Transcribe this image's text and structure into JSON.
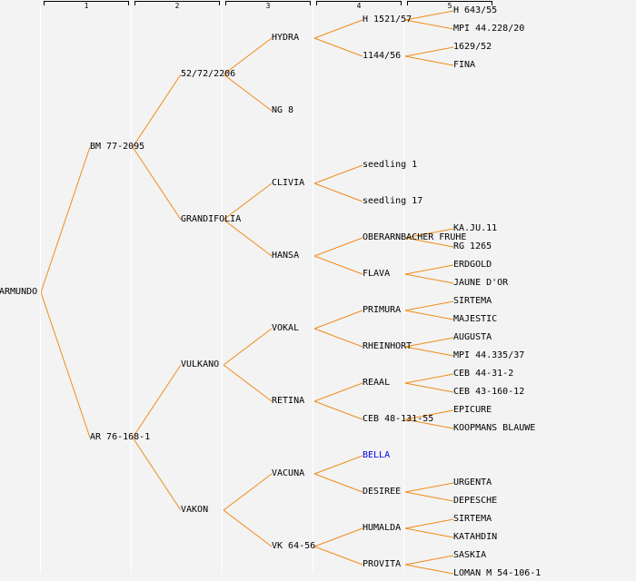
{
  "colors": {
    "link": "#f08c1a",
    "highlight": "#0000ee",
    "background": "#f3f3f3"
  },
  "columns": [
    "1",
    "2",
    "3",
    "4",
    "5"
  ],
  "tree": {
    "label": "ARMUNDO",
    "children": [
      {
        "label": "BM 77-2095",
        "children": [
          {
            "label": "52/72/2206",
            "children": [
              {
                "label": "HYDRA",
                "children": [
                  {
                    "label": "H 1521/57",
                    "children": [
                      {
                        "label": "H 643/55"
                      },
                      {
                        "label": "MPI 44.228/20"
                      }
                    ]
                  },
                  {
                    "label": "1144/56",
                    "children": [
                      {
                        "label": "1629/52"
                      },
                      {
                        "label": "FINA"
                      }
                    ]
                  }
                ]
              },
              {
                "label": "NG 8"
              }
            ]
          },
          {
            "label": "GRANDIFOLIA",
            "children": [
              {
                "label": "CLIVIA",
                "children": [
                  {
                    "label": "seedling 1"
                  },
                  {
                    "label": "seedling 17"
                  }
                ]
              },
              {
                "label": "HANSA",
                "children": [
                  {
                    "label": "OBERARNBACHER FRUHE",
                    "children": [
                      {
                        "label": "KA.JU.11"
                      },
                      {
                        "label": "RG 1265"
                      }
                    ]
                  },
                  {
                    "label": "FLAVA",
                    "children": [
                      {
                        "label": "ERDGOLD"
                      },
                      {
                        "label": "JAUNE D'OR"
                      }
                    ]
                  }
                ]
              }
            ]
          }
        ]
      },
      {
        "label": "AR 76-168-1",
        "children": [
          {
            "label": "VULKANO",
            "children": [
              {
                "label": "VOKAL",
                "children": [
                  {
                    "label": "PRIMURA",
                    "children": [
                      {
                        "label": "SIRTEMA"
                      },
                      {
                        "label": "MAJESTIC"
                      }
                    ]
                  },
                  {
                    "label": "RHEINHORT",
                    "children": [
                      {
                        "label": "AUGUSTA"
                      },
                      {
                        "label": "MPI 44.335/37"
                      }
                    ]
                  }
                ]
              },
              {
                "label": "RETINA",
                "children": [
                  {
                    "label": "REAAL",
                    "children": [
                      {
                        "label": "CEB 44-31-2"
                      },
                      {
                        "label": "CEB 43-160-12"
                      }
                    ]
                  },
                  {
                    "label": "CEB 48-131-55",
                    "children": [
                      {
                        "label": "EPICURE"
                      },
                      {
                        "label": "KOOPMANS BLAUWE"
                      }
                    ]
                  }
                ]
              }
            ]
          },
          {
            "label": "VAKON",
            "children": [
              {
                "label": "VACUNA",
                "children": [
                  {
                    "label": "BELLA",
                    "highlight": true
                  },
                  {
                    "label": "DESIREE",
                    "children": [
                      {
                        "label": "URGENTA"
                      },
                      {
                        "label": "DEPESCHE"
                      }
                    ]
                  }
                ]
              },
              {
                "label": "VK 64-56",
                "children": [
                  {
                    "label": "HUMALDA",
                    "children": [
                      {
                        "label": "SIRTEMA"
                      },
                      {
                        "label": "KATAHDIN"
                      }
                    ]
                  },
                  {
                    "label": "PROVITA",
                    "children": [
                      {
                        "label": "SASKIA"
                      },
                      {
                        "label": "LOMAN M 54-106-1"
                      }
                    ]
                  }
                ]
              }
            ]
          }
        ]
      }
    ]
  }
}
